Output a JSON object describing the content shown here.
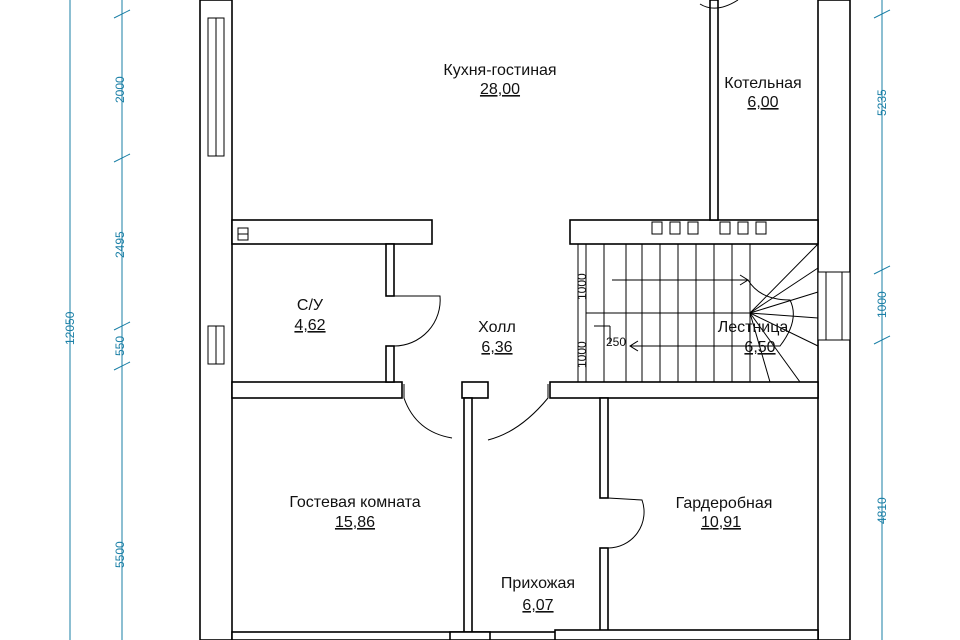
{
  "rooms": {
    "kitchen": {
      "name": "Кухня-гостиная",
      "area": "28,00"
    },
    "boiler": {
      "name": "Котельная",
      "area": "6,00"
    },
    "bath": {
      "name": "С/У",
      "area": "4,62"
    },
    "hall": {
      "name": "Холл",
      "area": "6,36"
    },
    "stairs": {
      "name": "Лестница",
      "area": "6,50"
    },
    "guest": {
      "name": "Гостевая комната",
      "area": "15,86"
    },
    "wardrobe": {
      "name": "Гардеробная",
      "area": "10,91"
    },
    "entry": {
      "name": "Прихожая",
      "area": "6,07"
    }
  },
  "dimensions": {
    "left_total": "12050",
    "left": [
      "2000",
      "2495",
      "550",
      "5500"
    ],
    "right": [
      "5235",
      "1000",
      "4810"
    ],
    "stairs": [
      "1000",
      "1000",
      "250"
    ]
  }
}
